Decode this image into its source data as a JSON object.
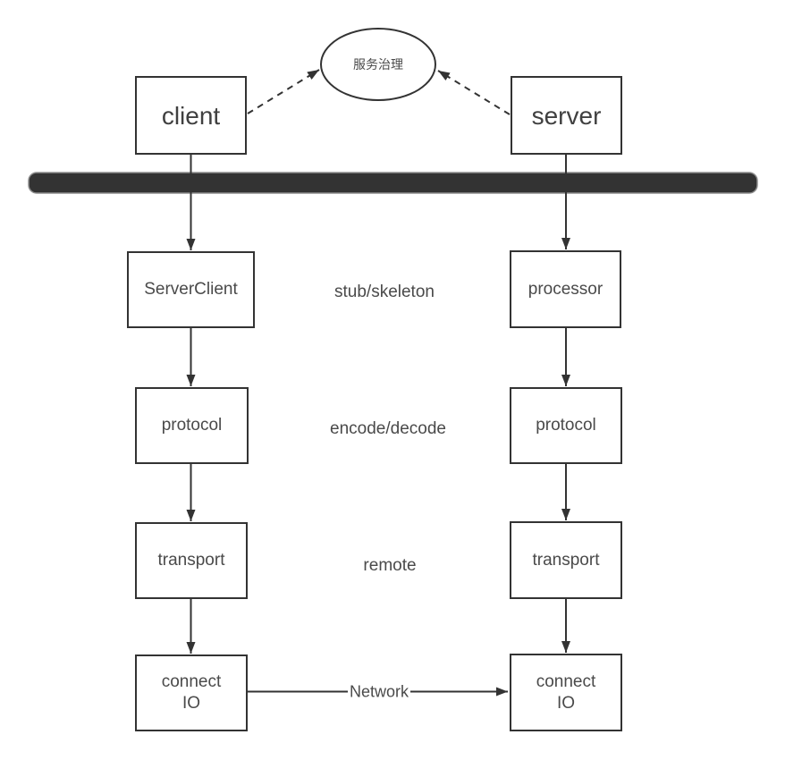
{
  "diagram": {
    "governance": {
      "label": "服务治理"
    },
    "top_row": {
      "client_label": "client",
      "server_label": "server"
    },
    "left_stack": [
      {
        "label": "ServerClient"
      },
      {
        "label": "protocol"
      },
      {
        "label": "transport"
      },
      {
        "label": "connect\nIO"
      }
    ],
    "right_stack": [
      {
        "label": "processor"
      },
      {
        "label": "protocol"
      },
      {
        "label": "transport"
      },
      {
        "label": "connect\nIO"
      }
    ],
    "middle_labels": [
      {
        "label": "stub/skeleton"
      },
      {
        "label": "encode/decode"
      },
      {
        "label": "remote"
      }
    ],
    "network_label": "Network"
  },
  "colors": {
    "line": "#333333",
    "bar_fill": "#333333",
    "bar_stroke": "#8f8f8f",
    "text": "#4a4a4a",
    "background": "#ffffff"
  }
}
